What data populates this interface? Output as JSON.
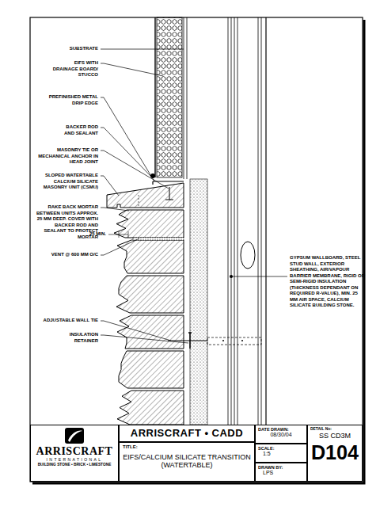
{
  "diagram": {
    "nodes": [
      {
        "text": [
          "ARRISCRAFT",
          "INTERNATIONAL",
          "BUILDING STONE • BRICK • LIMESTONE"
        ]
      },
      {
        "text": [
          "ARRISCRAFT • CADD"
        ]
      },
      {
        "text": [
          "TITLE:",
          "EIFS/CALCIUM SILICATE TRANSITION (WATERTABLE)"
        ]
      },
      {
        "text": [
          "DATE DRAWN:",
          "08/30/04"
        ]
      },
      {
        "text": [
          "SCALE:",
          "1:5"
        ]
      },
      {
        "text": [
          "DRAWN BY:",
          "LPS"
        ]
      },
      {
        "text": [
          "DETAIL No:",
          "SS CD3M",
          "D104"
        ]
      }
    ],
    "labels": [
      "SUBSTRATE",
      "EIFS WITH DRAINAGE BOARD/ STUCCO",
      "PREFINISHED METAL DRIP EDGE",
      "BACKER ROD AND SEALANT",
      "MASONRY TIE OR MECHANICAL ANCHOR IN HEAD JOINT",
      "SLOPED WATERTABLE CALCIUM SILICATE MASONRY UNIT (CSMU)",
      "RAKE BACK MORTAR BETWEEN UNITS APPROX. 25 MM DEEP. COVER WITH BACKER ROD AND SEALANT TO PROTECT MORTAR",
      "25 MIN.",
      "VENT @ 600 MM O/C",
      "ADJUSTABLE WALL TIE",
      "INSULATION RETAINER",
      "GYPSUM WALLBOARD, STEEL STUD WALL, EXTERIOR SHEATHING, AIR/VAPOUR BARRIER MEMBRANE, RIGID OR SEMI-RIGID INSULATION (THICKNESS DEPENDANT ON REQUIRED R-VALUE), MIN. 25 MM AIR SPACE, CALCIUM SILICATE BUILDING STONE."
    ]
  }
}
